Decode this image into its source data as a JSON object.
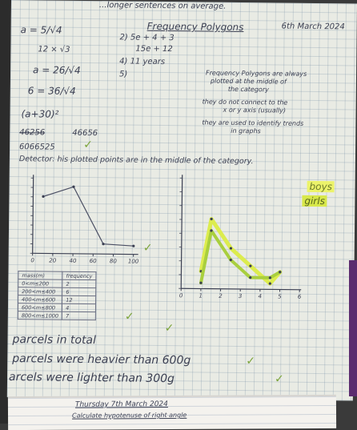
{
  "header": {
    "top_note": "...longer sentences on average.",
    "date": "6th March 2024"
  },
  "left_calc": {
    "l1": "a = 5/√4",
    "l2": "12 × √3",
    "l3": "a = 26/√4",
    "l4": "6 = 36/√4",
    "l5": "(a+30)²",
    "l6": "46256",
    "l7": "46656",
    "l8": "6066525"
  },
  "freq_section": {
    "title": "Frequency Polygons",
    "q2a": "2) 5e + 4 + 3",
    "q2b": "15e + 12",
    "q4": "4) 11 years",
    "q5": "5)",
    "note1a": "Frequency Polygons are always",
    "note1b": "plotted at the middle of",
    "note1c": "the category",
    "note2a": "they do not connect to the",
    "note2b": "x or y axis (usually)",
    "note3a": "they are used to identify trends",
    "note3b": "in graphs"
  },
  "detector_line": "Detector: his plotted points are in the middle of the category.",
  "legend": {
    "boys": "boys",
    "girls": "girls"
  },
  "table": {
    "headers": [
      "mass(m)",
      "frequency"
    ],
    "rows": [
      [
        "0<m≤200",
        "2"
      ],
      [
        "200<m≤400",
        "6"
      ],
      [
        "400<m≤600",
        "12"
      ],
      [
        "600<m≤800",
        "4"
      ],
      [
        "800<m≤1000",
        "7"
      ]
    ]
  },
  "bottom_lines": {
    "b1": "parcels in total",
    "b2": "parcels were heavier than 600g",
    "b3": "arcels were lighter than 300g"
  },
  "next_page": {
    "date": "Thursday 7th March 2024",
    "task": "Calculate hypotenuse of right angle"
  },
  "chart_data": [
    {
      "type": "line",
      "x": [
        10,
        40,
        70,
        100
      ],
      "series": [
        {
          "values": [
            68,
            80,
            12,
            10
          ]
        }
      ],
      "xlim": [
        0,
        100
      ],
      "ylim": [
        0,
        90
      ],
      "xticks": [
        "0",
        "20",
        "40",
        "60",
        "80",
        "100"
      ]
    },
    {
      "type": "line",
      "x": [
        1,
        1.5,
        2.5,
        3.5,
        4.5,
        5
      ],
      "series": [
        {
          "name": "boys",
          "values": [
            3,
            12,
            7,
            4,
            1,
            3
          ]
        },
        {
          "name": "girls",
          "values": [
            1,
            10,
            5,
            2,
            2,
            3
          ]
        }
      ],
      "xlim": [
        0,
        6
      ],
      "ylim": [
        0,
        19
      ],
      "xticks": [
        "0",
        "1",
        "2",
        "3",
        "4",
        "5",
        "6"
      ]
    }
  ]
}
